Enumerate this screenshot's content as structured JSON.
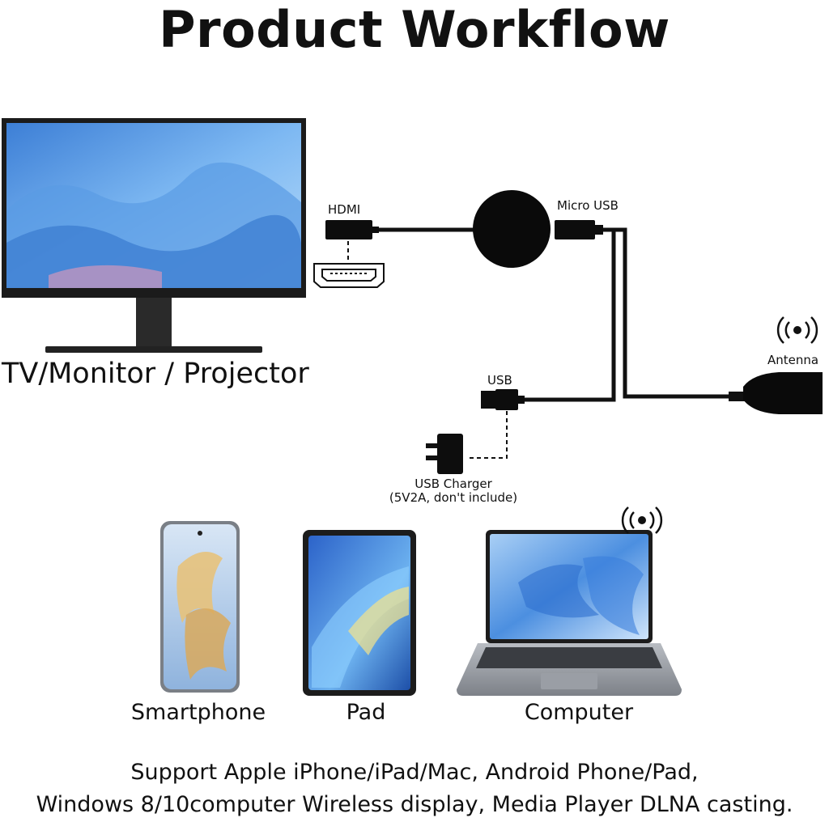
{
  "title": "Product Workflow",
  "labels": {
    "tv": "TV/Monitor / Projector",
    "hdmi": "HDMI",
    "micro_usb": "Micro USB",
    "antenna": "Antenna",
    "usb": "USB",
    "charger_line1": "USB Charger",
    "charger_line2": "(5V2A, don't include)"
  },
  "devices": {
    "smartphone": "Smartphone",
    "pad": "Pad",
    "computer": "Computer"
  },
  "support": {
    "line1": "Support Apple iPhone/iPad/Mac, Android Phone/Pad,",
    "line2": "Windows 8/10computer Wireless display, Media Player DLNA casting."
  },
  "icons": [
    "wifi-signal-icon",
    "hdmi-port-icon",
    "usb-charger-icon"
  ],
  "colors": {
    "ink": "#111111",
    "screen_blue": "#4a8fd8"
  }
}
